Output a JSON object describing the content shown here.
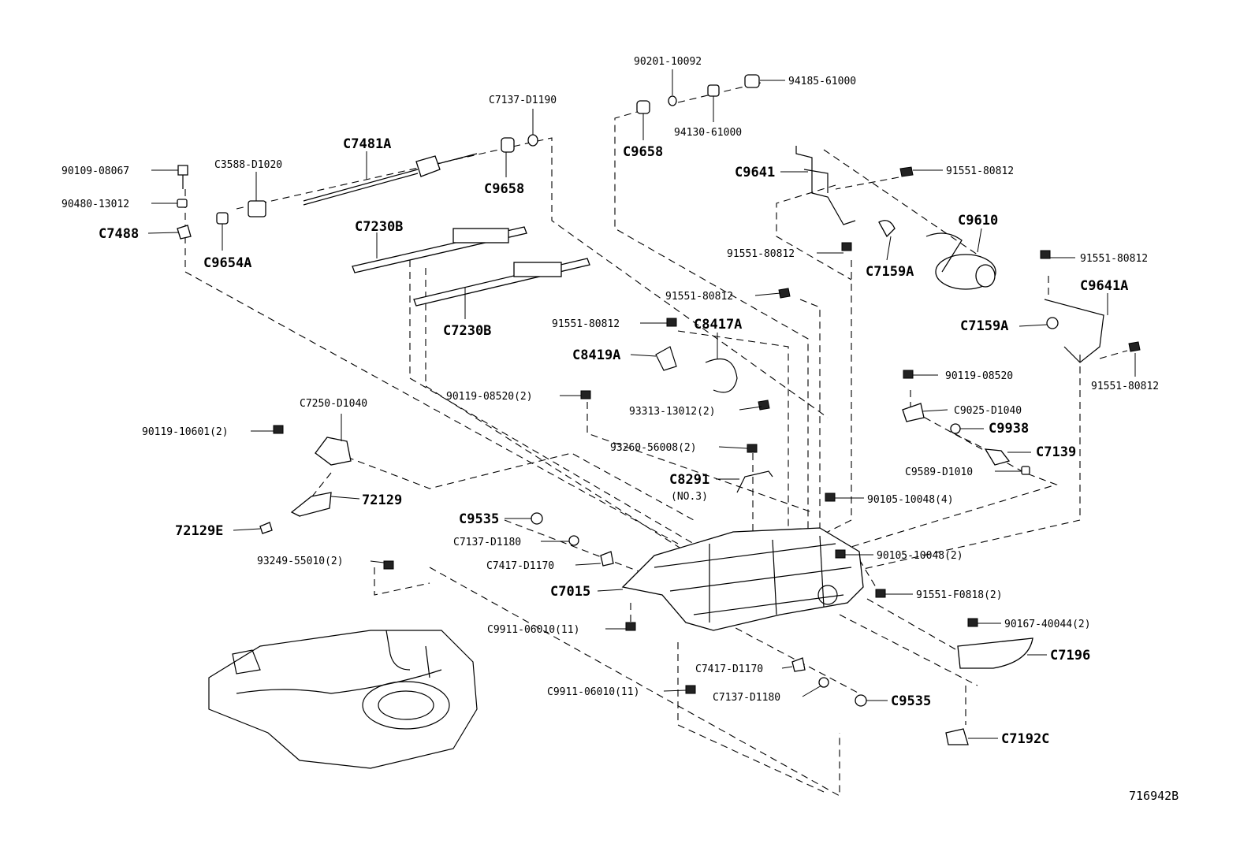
{
  "labels": {
    "p90201_10092": "90201-10092",
    "p94185_61000": "94185-61000",
    "p94130_61000": "94130-61000",
    "c9658_top": "C9658",
    "c7137_d1190": "C7137-D1190",
    "c7481a": "C7481A",
    "c3588_d1020": "C3588-D1020",
    "p90109_08067": "90109-08067",
    "p90480_13012": "90480-13012",
    "c7488": "C7488",
    "c9654a": "C9654A",
    "c9658_mid": "C9658",
    "c7230b_a": "C7230B",
    "c7230b_b": "C7230B",
    "c9641": "C9641",
    "p91551_80812_a": "91551-80812",
    "c9610": "C9610",
    "p91551_80812_b": "91551-80812",
    "c7159a_a": "C7159A",
    "p91551_80812_c": "91551-80812",
    "c9641a": "C9641A",
    "p91551_80812_d": "91551-80812",
    "c7159a_b": "C7159A",
    "p91551_80812_e": "91551-80812",
    "c8417a": "C8417A",
    "c8419a": "C8419A",
    "p91551_80812_f": "91551-80812",
    "p90119_08520_a": "90119-08520",
    "p90119_08520_b": "90119-08520(2)",
    "p93313_13012": "93313-13012(2)",
    "c9025_d1040": "C9025-D1040",
    "c9938": "C9938",
    "c7139": "C7139",
    "c9589_d1010": "C9589-D1010",
    "c7250_d1040": "C7250-D1040",
    "p90119_10601": "90119-10601(2)",
    "p72129": "72129",
    "p72129e": "72129E",
    "p93260_56008": "93260-56008(2)",
    "c8291": "C8291",
    "no3": "(NO.3)",
    "p90105_10048_a": "90105-10048(4)",
    "c9535_a": "C9535",
    "c7137_d1180_a": "C7137-D1180",
    "c7417_d1170_a": "C7417-D1170",
    "c7015": "C7015",
    "p90105_10048_b": "90105-10048(2)",
    "p93249_55010": "93249-55010(2)",
    "p91551_f0818": "91551-F0818(2)",
    "c9911_06010_a": "C9911-06010(11)",
    "p90167_40044": "90167-40044(2)",
    "c7196": "C7196",
    "c7417_d1170_b": "C7417-D1170",
    "c9911_06010_b": "C9911-06010(11)",
    "c7137_d1180_b": "C7137-D1180",
    "c9535_b": "C9535",
    "c7192c": "C7192C",
    "drawing_no": "716942B"
  }
}
